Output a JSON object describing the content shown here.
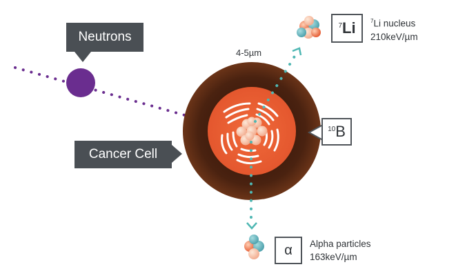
{
  "labels": {
    "neutrons": "Neutrons",
    "cancer_cell": "Cancer Cell",
    "cell_size": "4-5µm",
    "boron": {
      "sup": "10",
      "symbol": "B"
    },
    "lithium": {
      "sup": "7",
      "symbol": "Li",
      "desc_sup": "7",
      "desc_name": "Li nucleus",
      "energy": "210keV/µm"
    },
    "alpha": {
      "symbol": "α",
      "name": "Alpha particles",
      "energy": "163keV/µm"
    }
  },
  "colors": {
    "neutron": "#6a2d8f",
    "cell_outer": "#5a2c17",
    "cell_inner": "#e4572e",
    "particle_path": "#4fb7b3",
    "label_bg": "#4a4f54"
  }
}
